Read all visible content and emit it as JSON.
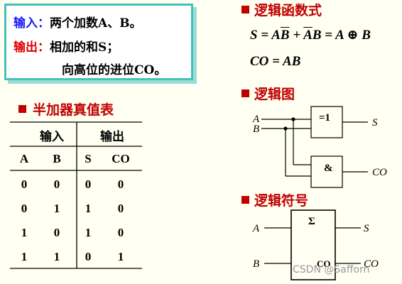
{
  "description": {
    "input_label": "输入：",
    "input_text": "两个加数A、B。",
    "output_label": "输出：",
    "output_text": "相加的和S；",
    "output_text2": "向高位的进位CO。"
  },
  "sections": {
    "logic_func": "逻辑函数式",
    "logic_diagram": "逻辑图",
    "logic_symbol": "逻辑符号",
    "truth_table": "半加器真值表"
  },
  "formulas": {
    "s_lhs": "S = A",
    "s_bbar": "B",
    "s_plus": " + ",
    "s_abar": "A",
    "s_rhs": "B = A ⊕ B",
    "co": "CO = AB"
  },
  "truth_table": {
    "group_input": "输入",
    "group_output": "输出",
    "columns": [
      "A",
      "B",
      "S",
      "CO"
    ],
    "rows": [
      [
        "0",
        "0",
        "0",
        "0"
      ],
      [
        "0",
        "1",
        "1",
        "0"
      ],
      [
        "1",
        "0",
        "1",
        "0"
      ],
      [
        "1",
        "1",
        "0",
        "1"
      ]
    ]
  },
  "logic_diagram": {
    "input_a": "A",
    "input_b": "B",
    "xor_label": "=1",
    "and_label": "&",
    "out_s": "S",
    "out_co": "CO"
  },
  "logic_symbol": {
    "sigma": "Σ",
    "in_a": "A",
    "in_b": "B",
    "out_s": "S",
    "out_co": "CO",
    "co_pin": "CO"
  },
  "watermark": "CSDN @Safforn"
}
